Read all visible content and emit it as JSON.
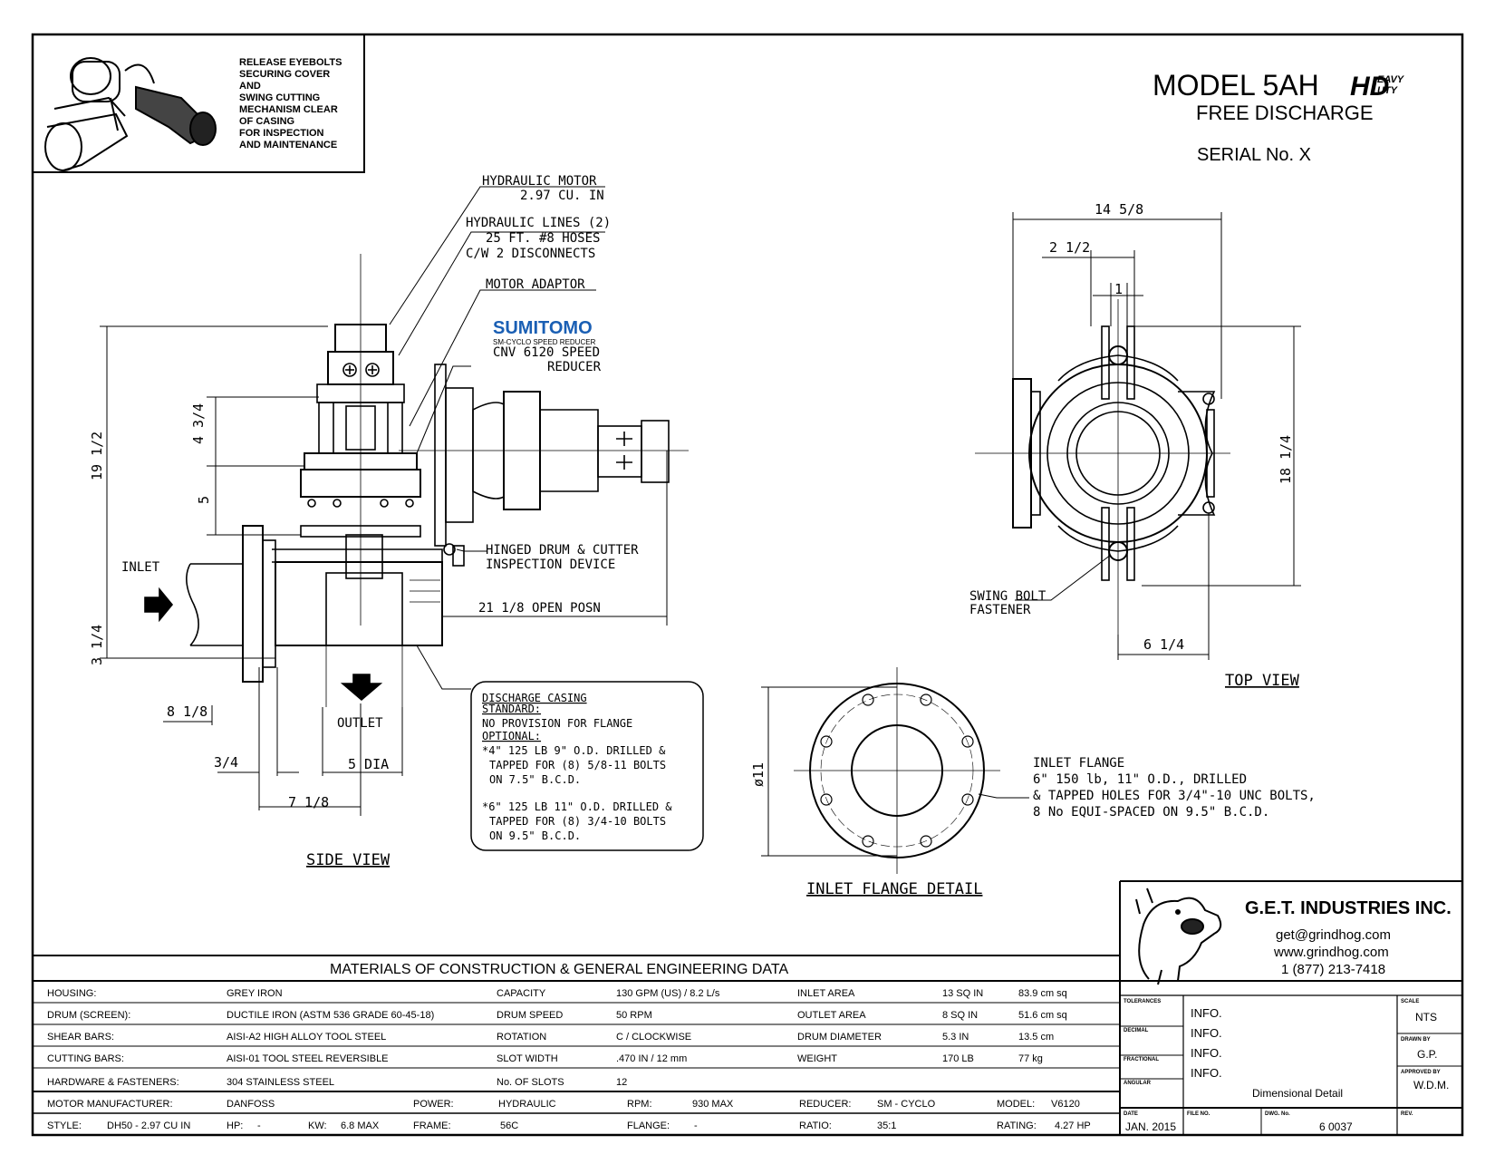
{
  "header": {
    "model": "MODEL 5AH",
    "hd_mark": "HD",
    "hd_eavy": "EAVY",
    "hd_uty": "UTY",
    "subtitle": "FREE DISCHARGE",
    "serial": "SERIAL No.  X"
  },
  "note_box": {
    "lines": [
      "RELEASE EYEBOLTS",
      "SECURING COVER",
      "AND",
      "SWING CUTTING",
      "MECHANISM CLEAR",
      "OF CASING",
      "FOR INSPECTION",
      "AND MAINTENANCE"
    ]
  },
  "side_view": {
    "title": "SIDE VIEW",
    "callouts": {
      "motor_1": "HYDRAULIC MOTOR",
      "motor_2": "2.97 CU. IN",
      "lines_1": "HYDRAULIC LINES (2)",
      "lines_2": "25 FT. #8 HOSES",
      "lines_3": "C/W 2 DISCONNECTS",
      "adaptor": "MOTOR ADAPTOR",
      "brand": "SUMITOMO",
      "brand_sub": "SM-CYCLO SPEED REDUCER",
      "reducer_1": "CNV 6120 SPEED",
      "reducer_2": "REDUCER",
      "hinged_1": "HINGED DRUM & CUTTER",
      "hinged_2": "INSPECTION DEVICE",
      "open_posn": "21 1/8 OPEN POSN",
      "inlet": "INLET",
      "outlet": "OUTLET"
    },
    "dims": {
      "h_total": "19 1/2",
      "h_top": "4 3/4",
      "h_mid": "5",
      "h_low": "3 1/4",
      "w_inlet": "8 1/8",
      "w_flange": "3/4",
      "w_outlet": "5 DIA",
      "w_body": "7 1/8"
    }
  },
  "discharge_box": {
    "lines": [
      "DISCHARGE CASING",
      "STANDARD:",
      "NO PROVISION FOR FLANGE",
      "OPTIONAL:",
      "*4\" 125 LB 9\" O.D. DRILLED &",
      "TAPPED FOR (8) 5/8-11 BOLTS",
      "ON 7.5\" B.C.D.",
      "*6\" 125 LB 11\" O.D. DRILLED &",
      "TAPPED FOR (8) 3/4-10 BOLTS",
      "ON 9.5\" B.C.D."
    ]
  },
  "top_view": {
    "title": "TOP VIEW",
    "dims": {
      "w_total": "14 5/8",
      "w_a": "2 1/2",
      "w_b": "1",
      "h": "18 1/4",
      "w_c": "6 1/4"
    },
    "swing_1": "SWING BOLT",
    "swing_2": "FASTENER"
  },
  "flange_detail": {
    "title": "INLET FLANGE DETAIL",
    "dia": "ø11",
    "note": [
      "INLET FLANGE",
      "6\" 150 lb, 11\" O.D., DRILLED",
      "& TAPPED HOLES FOR 3/4\"-10 UNC BOLTS,",
      "8 No EQUI-SPACED ON 9.5\" B.C.D."
    ]
  },
  "company": {
    "name": "G.E.T. INDUSTRIES INC.",
    "email": "get@grindhog.com",
    "web": "www.grindhog.com",
    "phone": "1 (877) 213-7418"
  },
  "materials": {
    "title": "MATERIALS OF CONSTRUCTION & GENERAL ENGINEERING DATA",
    "rows": [
      [
        "HOUSING:",
        "GREY IRON",
        "CAPACITY",
        "130 GPM (US) / 8.2 L/s",
        "INLET AREA",
        "13 SQ IN",
        "83.9 cm sq"
      ],
      [
        "DRUM (SCREEN):",
        "DUCTILE IRON (ASTM 536 GRADE 60-45-18)",
        "DRUM SPEED",
        "50 RPM",
        "OUTLET AREA",
        "8 SQ IN",
        "51.6 cm sq"
      ],
      [
        "SHEAR BARS:",
        "AISI-A2 HIGH ALLOY TOOL STEEL",
        "ROTATION",
        "C / CLOCKWISE",
        "DRUM DIAMETER",
        "5.3 IN",
        "13.5 cm"
      ],
      [
        "CUTTING BARS:",
        "AISI-01 TOOL STEEL REVERSIBLE",
        "SLOT WIDTH",
        ".470 IN / 12 mm",
        "WEIGHT",
        "170 LB",
        "77 kg"
      ],
      [
        "HARDWARE & FASTENERS:",
        "304 STAINLESS STEEL",
        "No. OF SLOTS",
        "12",
        "",
        "",
        ""
      ]
    ],
    "motor_row": [
      "MOTOR MANUFACTURER:",
      "DANFOSS",
      "POWER:",
      "HYDRAULIC",
      "RPM:",
      "930 MAX",
      "REDUCER:",
      "SM - CYCLO",
      "MODEL:",
      "V6120"
    ],
    "style_row": [
      "STYLE:",
      "DH50 - 2.97 CU IN",
      "HP:",
      "-",
      "KW:",
      "6.8 MAX",
      "FRAME:",
      "56C",
      "FLANGE:",
      "-",
      "RATIO:",
      "35:1",
      "RATING:",
      "4.27 HP"
    ]
  },
  "title_block": {
    "tol_labels": [
      "TOLERANCES",
      "DECIMAL",
      "FRACTIONAL",
      "ANGULAR"
    ],
    "info": [
      "INFO.",
      "INFO.",
      "INFO.",
      "INFO."
    ],
    "scale_label": "SCALE",
    "scale": "NTS",
    "drawn_label": "DRAWN BY",
    "drawn": "G.P.",
    "approved_label": "APPROVED BY",
    "approved": "W.D.M.",
    "description": "Dimensional Detail",
    "date_label": "DATE",
    "date": "JAN. 2015",
    "file_label": "FILE NO.",
    "dwg_label": "DWG. No.",
    "dwg": "6 0037",
    "rev_label": "REV."
  }
}
